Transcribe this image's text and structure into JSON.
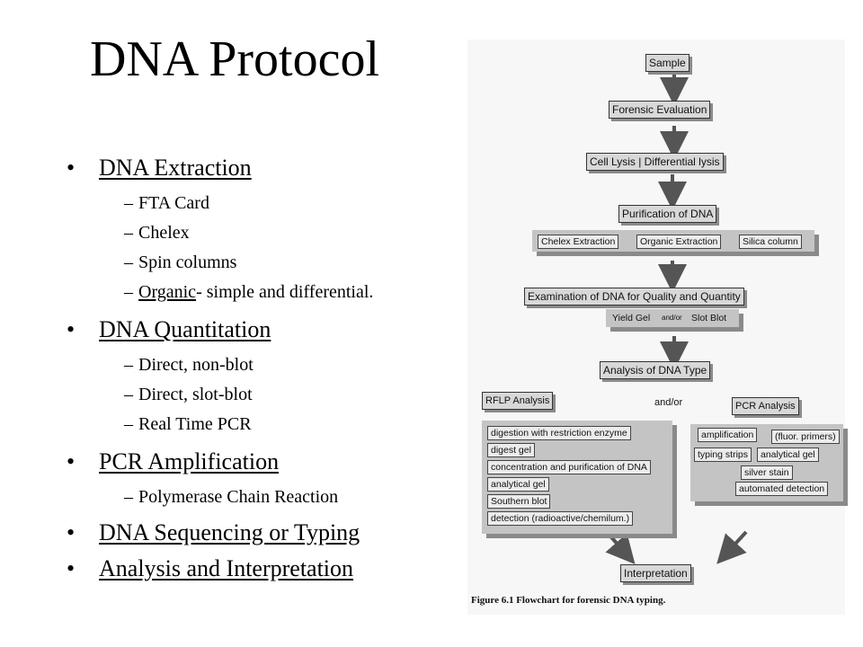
{
  "slide": {
    "title": "DNA Protocol",
    "bullet_glyph": "•",
    "dash_glyph": "–",
    "sections": {
      "extraction": {
        "label": "DNA Extraction",
        "items": {
          "fta": "FTA Card",
          "chelex": "Chelex",
          "spin": "Spin columns",
          "organic_link": "Organic",
          "organic_rest": "- simple and differential."
        }
      },
      "quantitation": {
        "label": "DNA Quantitation",
        "items": [
          "Direct, non-blot",
          "Direct, slot-blot",
          "Real Time PCR"
        ]
      },
      "pcr": {
        "label": "PCR Amplification",
        "items": [
          "Polymerase Chain Reaction"
        ]
      },
      "sequencing": {
        "label": "DNA Sequencing or Typing"
      },
      "analysis": {
        "label": "Analysis and Interpretation"
      }
    }
  },
  "flowchart": {
    "sample": "Sample",
    "forensic_evaluation": "Forensic Evaluation",
    "cell_lysis": "Cell Lysis | Differential lysis",
    "purification": "Purification of DNA",
    "chelex_extraction": "Chelex Extraction",
    "organic_extraction": "Organic Extraction",
    "silica_column": "Silica column",
    "examination": "Examination of DNA for Quality and Quantity",
    "yield_gel": "Yield Gel",
    "and_or_small": "and/or",
    "slot_blot": "Slot Blot",
    "analysis_type": "Analysis of DNA Type",
    "rflp": "RFLP Analysis",
    "and_or": "and/or",
    "pcr_analysis": "PCR Analysis",
    "rflp_steps": [
      "digestion with restriction enzyme",
      "digest gel",
      "concentration and purification of DNA",
      "analytical gel",
      "Southern blot",
      "detection (radioactive/chemilum.)"
    ],
    "pcr_steps": {
      "amplification": "amplification",
      "fluor": "(fluor. primers)",
      "typing_strips": "typing strips",
      "analytical_gel": "analytical gel",
      "silver_stain": "silver stain",
      "automated_detection": "automated detection"
    },
    "interpretation": "Interpretation",
    "caption": "Figure 6.1  Flowchart for forensic DNA typing."
  }
}
